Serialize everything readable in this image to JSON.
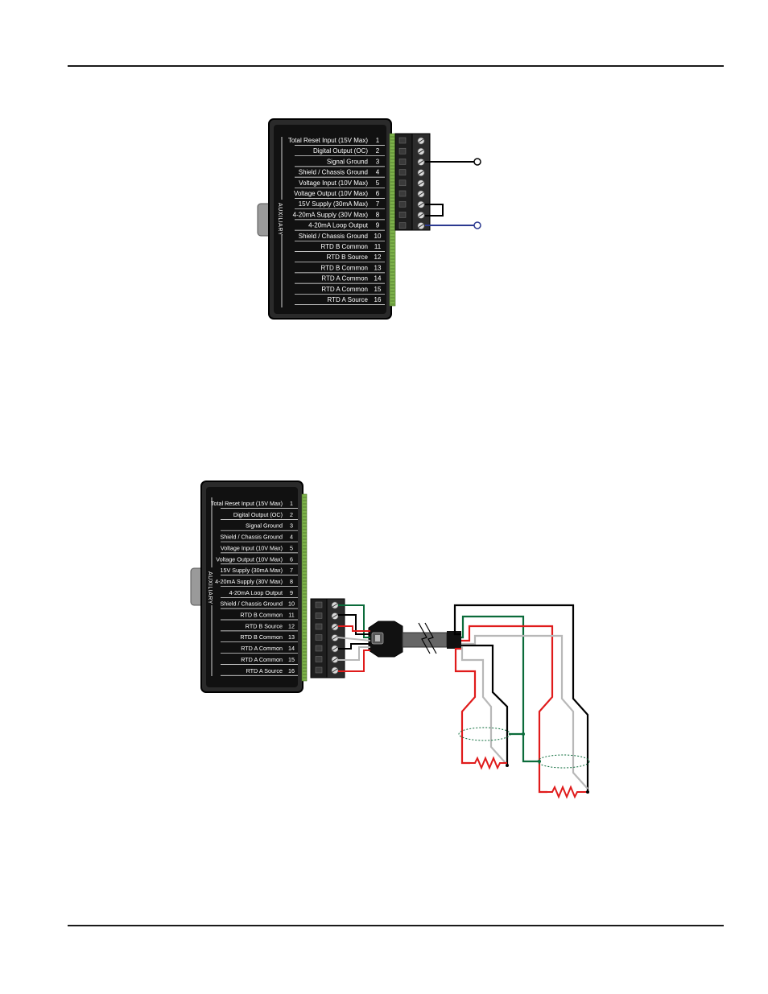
{
  "module_label": "AUXILIARY",
  "terminals": [
    {
      "label": "Total Reset Input (15V Max)",
      "num": "1"
    },
    {
      "label": "Digital Output (OC)",
      "num": "2"
    },
    {
      "label": "Signal Ground",
      "num": "3"
    },
    {
      "label": "Shield / Chassis Ground",
      "num": "4"
    },
    {
      "label": "Voltage Input (10V Max)",
      "num": "5"
    },
    {
      "label": "Voltage Output (10V Max)",
      "num": "6"
    },
    {
      "label": "15V Supply (30mA Max)",
      "num": "7"
    },
    {
      "label": "4-20mA Supply (30V Max)",
      "num": "8"
    },
    {
      "label": "4-20mA Loop Output",
      "num": "9"
    },
    {
      "label": "Shield / Chassis Ground",
      "num": "10"
    },
    {
      "label": "RTD B Common",
      "num": "11"
    },
    {
      "label": "RTD B Source",
      "num": "12"
    },
    {
      "label": "RTD B Common",
      "num": "13"
    },
    {
      "label": "RTD A Common",
      "num": "14"
    },
    {
      "label": "RTD A Common",
      "num": "15"
    },
    {
      "label": "RTD A Source",
      "num": "16"
    }
  ],
  "colors": {
    "module": "#1b1b1b",
    "terminal_green": "#7db34a",
    "wire_red": "#e01b1b",
    "wire_green": "#0b6b3a",
    "wire_gray": "#b8b8b8",
    "wire_blue": "#2b3990",
    "wire_black": "#000000"
  }
}
